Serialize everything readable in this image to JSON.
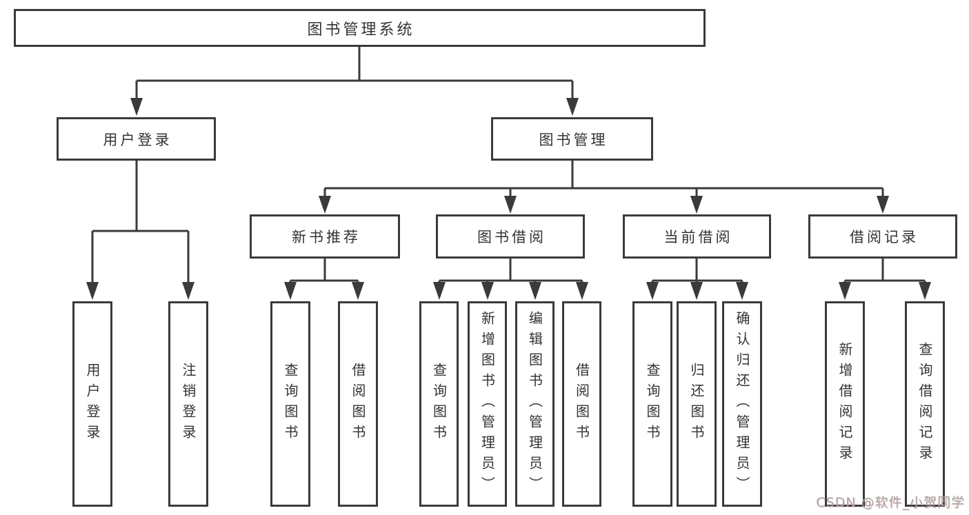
{
  "tree": {
    "root": {
      "label": "图书管理系统"
    },
    "user_login": {
      "label": "用户登录",
      "children": [
        "用户登录",
        "注销登录"
      ]
    },
    "book_management": {
      "label": "图书管理",
      "sections": {
        "new_book_recommend": {
          "label": "新书推荐",
          "children": [
            "查询图书",
            "借阅图书"
          ]
        },
        "book_borrow": {
          "label": "图书借阅",
          "children": [
            "查询图书",
            "新增图书（管理员）",
            "编辑图书（管理员）",
            "借阅图书"
          ]
        },
        "current_borrow": {
          "label": "当前借阅",
          "children": [
            "查询图书",
            "归还图书",
            "确认归还（管理员）"
          ]
        },
        "borrow_records": {
          "label": "借阅记录",
          "children": [
            "新增借阅记录",
            "查询借阅记录"
          ]
        }
      }
    }
  },
  "watermark": {
    "text": "CSDN @软件_小贺同学"
  },
  "colors": {
    "line": "#3a3a3a",
    "text": "#333333",
    "watermark": "#a6a6a6",
    "background": "#ffffff"
  }
}
